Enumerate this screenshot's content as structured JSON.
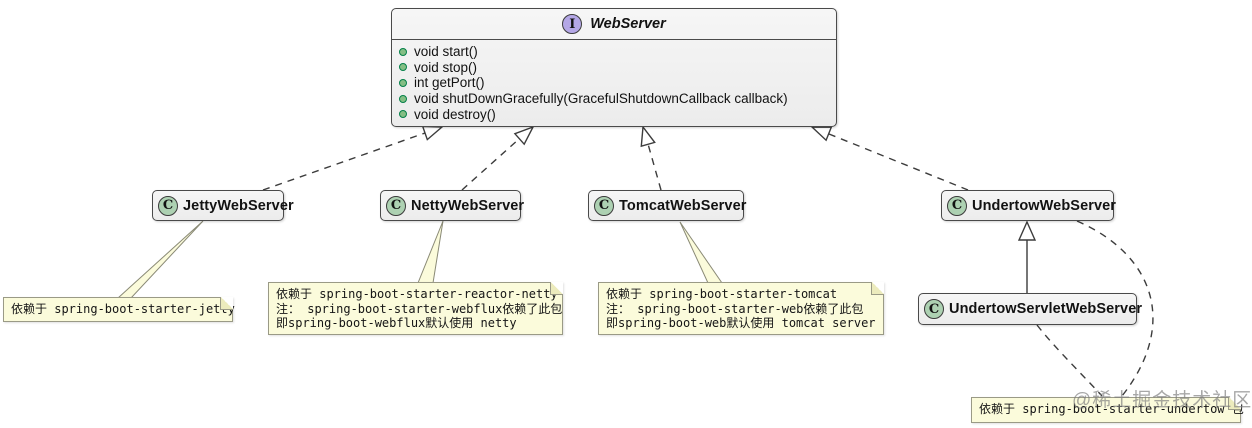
{
  "diagram": {
    "interface": {
      "name": "WebServer",
      "icon_letter": "I",
      "methods": [
        "void start()",
        "void stop()",
        "int getPort()",
        "void shutDownGracefully(GracefulShutdownCallback callback)",
        "void destroy()"
      ]
    },
    "classes": {
      "jetty": {
        "name": "JettyWebServer",
        "icon_letter": "C"
      },
      "netty": {
        "name": "NettyWebServer",
        "icon_letter": "C"
      },
      "tomcat": {
        "name": "TomcatWebServer",
        "icon_letter": "C"
      },
      "undertow": {
        "name": "UndertowWebServer",
        "icon_letter": "C"
      },
      "undertow_servlet": {
        "name": "UndertowServletWebServer",
        "icon_letter": "C"
      }
    },
    "notes": {
      "jetty": {
        "line1": "依赖于 spring-boot-starter-jetty"
      },
      "netty": {
        "line1": "依赖于 spring-boot-starter-reactor-netty",
        "line2": "注： spring-boot-starter-webflux依赖了此包",
        "line3": "即spring-boot-webflux默认使用 netty"
      },
      "tomcat": {
        "line1": "依赖于 spring-boot-starter-tomcat",
        "line2": "注： spring-boot-starter-web依赖了此包",
        "line3": "即spring-boot-web默认使用 tomcat server"
      },
      "undertow": {
        "line1": "依赖于 spring-boot-starter-undertow 包"
      }
    },
    "relations": [
      {
        "from": "JettyWebServer",
        "to": "WebServer",
        "type": "realization (dashed, hollow triangle)"
      },
      {
        "from": "NettyWebServer",
        "to": "WebServer",
        "type": "realization (dashed, hollow triangle)"
      },
      {
        "from": "TomcatWebServer",
        "to": "WebServer",
        "type": "realization (dashed, hollow triangle)"
      },
      {
        "from": "UndertowWebServer",
        "to": "WebServer",
        "type": "realization (dashed, hollow triangle)"
      },
      {
        "from": "UndertowServletWebServer",
        "to": "UndertowWebServer",
        "type": "extension (solid, hollow triangle)"
      },
      {
        "from": "undertow note",
        "to": "UndertowWebServer",
        "type": "note link (dashed curve)"
      },
      {
        "from": "undertow note",
        "to": "UndertowServletWebServer",
        "type": "note link (dashed curve)"
      }
    ],
    "watermark": "@稀土掘金技术社区",
    "colors": {
      "box_fill": "#F0F0F0",
      "box_border": "#4A4A4A",
      "interface_icon_fill": "#B4A7E6",
      "class_icon_fill": "#ADD1B2",
      "method_bullet_fill": "#84BE84",
      "method_bullet_border": "#038048",
      "note_fill": "#FBFBDB",
      "note_border": "#9A9A86",
      "edge_color": "#3C3C3C",
      "watermark_color": "#7D7D7D"
    }
  }
}
